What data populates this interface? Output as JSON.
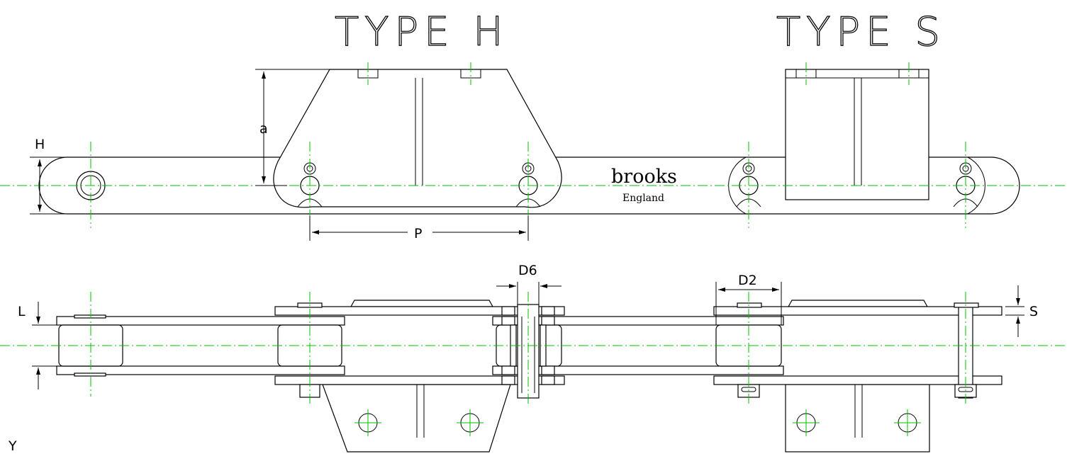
{
  "titles": {
    "type_h": "TYPE H",
    "type_s": "TYPE S"
  },
  "brand": {
    "name": "brooks",
    "country": "England"
  },
  "dimensions": {
    "h": "H",
    "a": "a",
    "p": "P",
    "d6": "D6",
    "d2": "D2",
    "l": "L",
    "s": "S",
    "y": "Y"
  },
  "colors": {
    "lines": "#000000",
    "centerlines": "#00c000",
    "background": "#ffffff"
  }
}
